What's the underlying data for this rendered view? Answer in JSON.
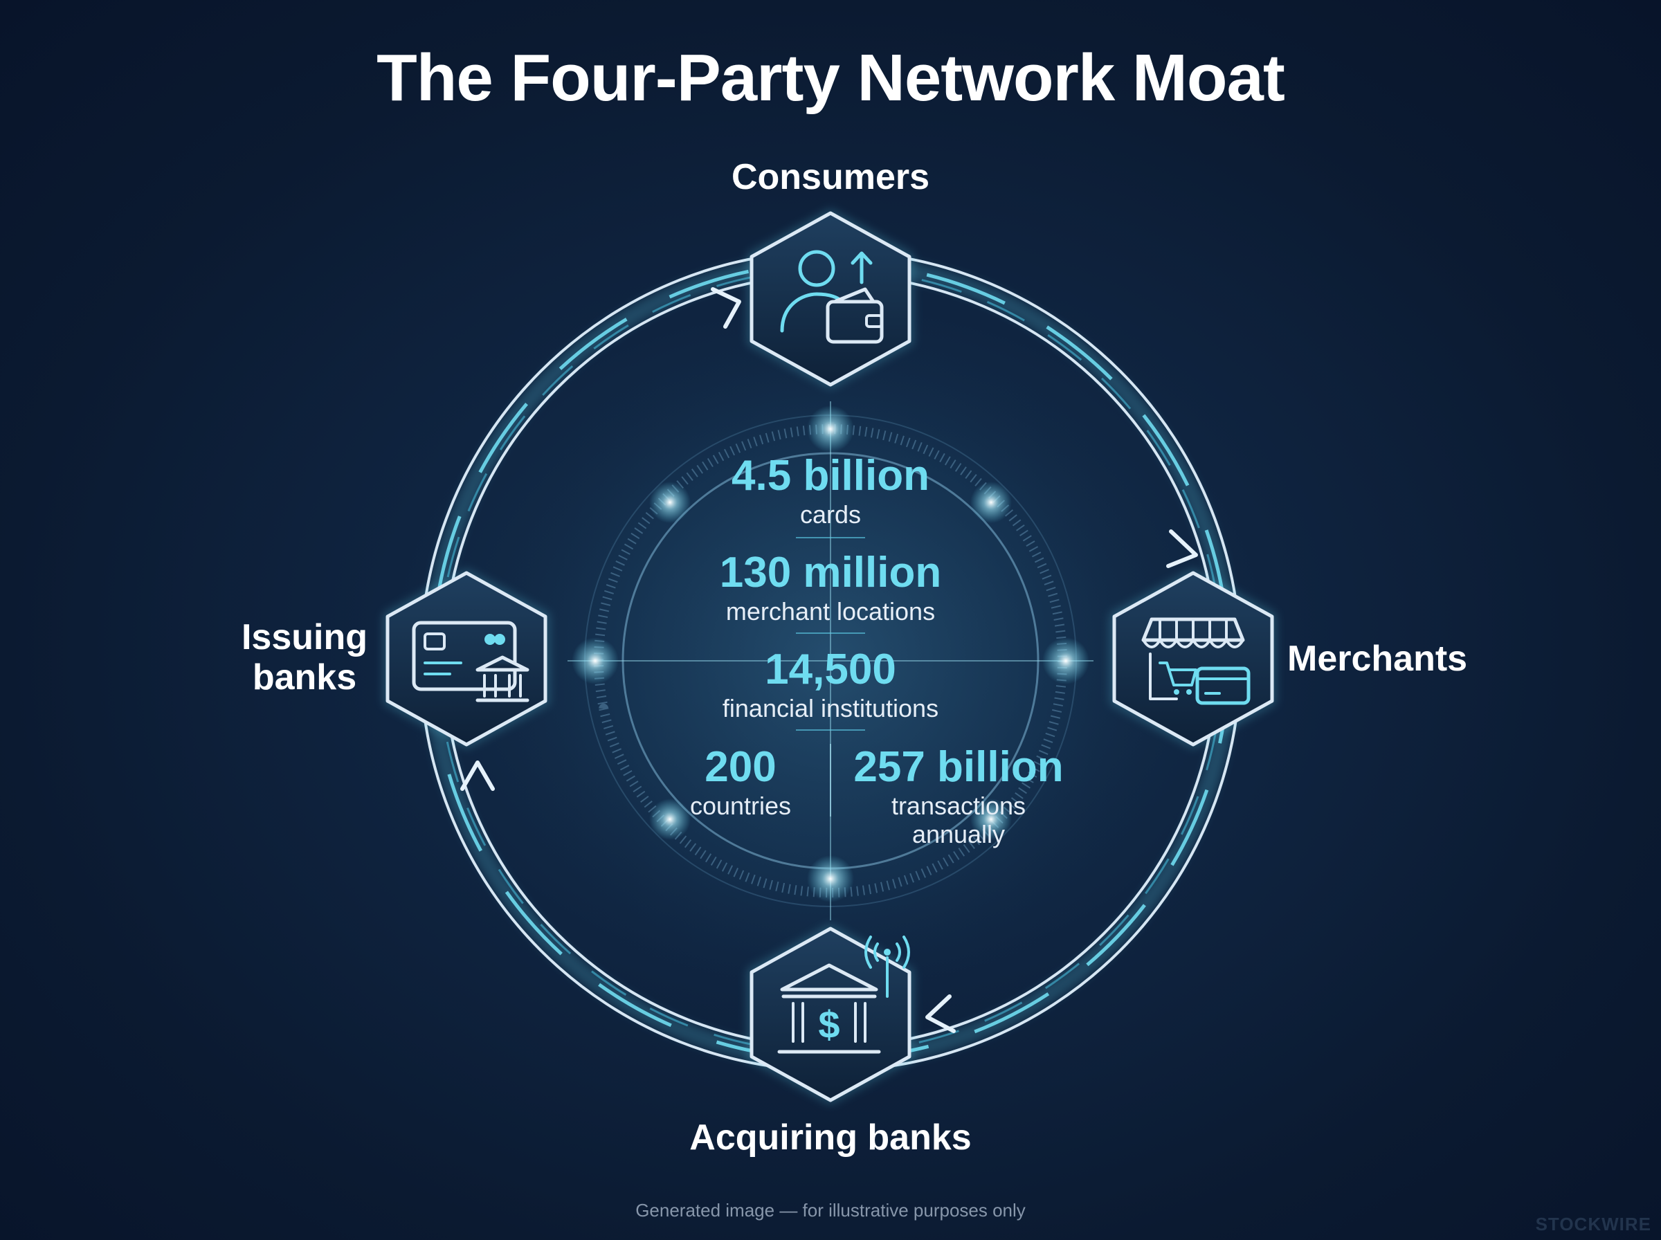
{
  "title": "The Four-Party Network Moat",
  "nodes": {
    "consumers": {
      "label": "Consumers",
      "icon": "consumer-wallet-icon"
    },
    "merchants": {
      "label": "Merchants",
      "icon": "storefront-card-icon"
    },
    "acquiring": {
      "label": "Acquiring banks",
      "icon": "bank-dollar-signal-icon"
    },
    "issuing": {
      "label_line1": "Issuing",
      "label_line2": "banks",
      "icon": "card-bank-icon"
    }
  },
  "stats": [
    {
      "value": "4.5 billion",
      "caption": "cards"
    },
    {
      "value": "130 million",
      "caption": "merchant locations"
    },
    {
      "value": "14,500",
      "caption": "financial institutions"
    },
    {
      "value": "200",
      "caption": "countries"
    },
    {
      "value": "257 billion",
      "caption_line1": "transactions",
      "caption_line2": "annually"
    }
  ],
  "footer": "Generated image — for illustrative purposes only",
  "watermark": "STOCKWIRE",
  "colors": {
    "background": "#0b1a31",
    "accent": "#6fdcf0",
    "ring": "#cfe3f2",
    "glow": "#5fd0ea"
  }
}
